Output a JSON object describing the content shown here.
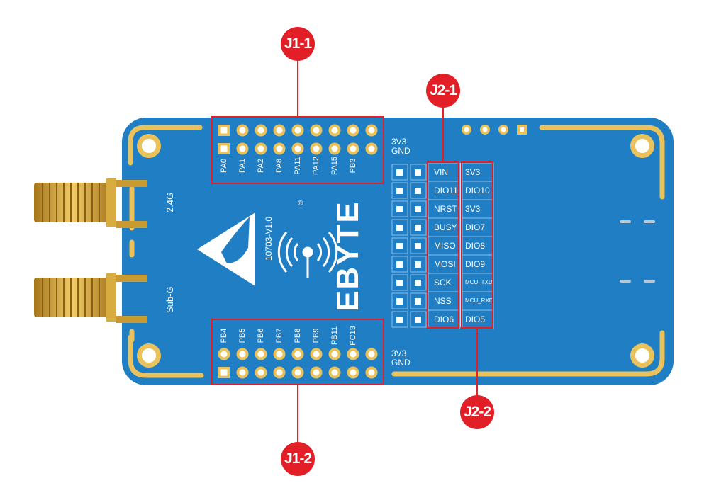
{
  "board": {
    "version": "10703-V1.0",
    "brand": "EBYTE",
    "registered": "®",
    "antenna_24": "2.4G",
    "antenna_subg": "Sub-G",
    "power_top": [
      "3V3",
      "GND"
    ],
    "power_bottom": [
      "3V3",
      "GND"
    ]
  },
  "j1_top_pins": [
    "PA0",
    "PA1",
    "PA2",
    "PA8",
    "PA11",
    "PA12",
    "PA15",
    "PB3"
  ],
  "j1_bottom_pins": [
    "PB4",
    "PB5",
    "PB6",
    "PB7",
    "PB8",
    "PB9",
    "PB11",
    "PC13"
  ],
  "j2_1_pins": [
    "VIN",
    "DIO11",
    "NRST",
    "BUSY",
    "MISO",
    "MOSI",
    "SCK",
    "NSS",
    "DIO6"
  ],
  "j2_2_pins": [
    "3V3",
    "DIO10",
    "3V3",
    "DIO7",
    "DIO8",
    "DIO9",
    "MCU_TXD",
    "MCU_RXD",
    "DIO5"
  ],
  "callouts": {
    "j1_1": "J1-1",
    "j1_2": "J1-2",
    "j2_1": "J2-1",
    "j2_2": "J2-2"
  },
  "colors": {
    "pcb": "#1f7ec4",
    "gold": "#e9c25c",
    "callout": "#e21f26"
  }
}
